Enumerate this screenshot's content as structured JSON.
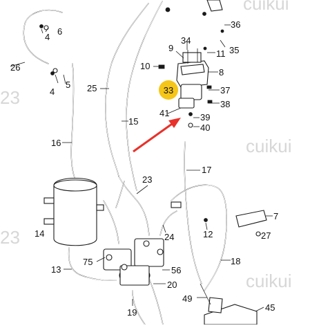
{
  "watermarks": [
    "cuikui",
    "23",
    "cuikui",
    "23",
    "cuikui"
  ],
  "callouts": [
    {
      "id": "c36",
      "text": "36"
    },
    {
      "id": "c6",
      "text": "6"
    },
    {
      "id": "c4a",
      "text": "4"
    },
    {
      "id": "c34",
      "text": "34"
    },
    {
      "id": "c9",
      "text": "9"
    },
    {
      "id": "c11",
      "text": "11"
    },
    {
      "id": "c35",
      "text": "35"
    },
    {
      "id": "c26",
      "text": "26"
    },
    {
      "id": "c10",
      "text": "10"
    },
    {
      "id": "c8",
      "text": "8"
    },
    {
      "id": "c5",
      "text": "5"
    },
    {
      "id": "c4b",
      "text": "4"
    },
    {
      "id": "c25",
      "text": "25"
    },
    {
      "id": "c33",
      "text": "33"
    },
    {
      "id": "c37",
      "text": "37"
    },
    {
      "id": "c38",
      "text": "38"
    },
    {
      "id": "c41",
      "text": "41"
    },
    {
      "id": "c39",
      "text": "39"
    },
    {
      "id": "c15",
      "text": "15"
    },
    {
      "id": "c40",
      "text": "40"
    },
    {
      "id": "c16",
      "text": "16"
    },
    {
      "id": "c17",
      "text": "17"
    },
    {
      "id": "c23",
      "text": "23"
    },
    {
      "id": "c7",
      "text": "7"
    },
    {
      "id": "c14",
      "text": "14"
    },
    {
      "id": "c12",
      "text": "12"
    },
    {
      "id": "c24",
      "text": "24"
    },
    {
      "id": "c27",
      "text": "27"
    },
    {
      "id": "c18",
      "text": "18"
    },
    {
      "id": "c13",
      "text": "13"
    },
    {
      "id": "c75",
      "text": "75"
    },
    {
      "id": "c56",
      "text": "56"
    },
    {
      "id": "c20",
      "text": "20"
    },
    {
      "id": "c49",
      "text": "49"
    },
    {
      "id": "c19",
      "text": "19"
    },
    {
      "id": "c45",
      "text": "45"
    }
  ],
  "highlight": {
    "label": "33",
    "color": "#f5c518"
  },
  "arrow_color": "#e8312a",
  "line_color": "#1a1a1a"
}
